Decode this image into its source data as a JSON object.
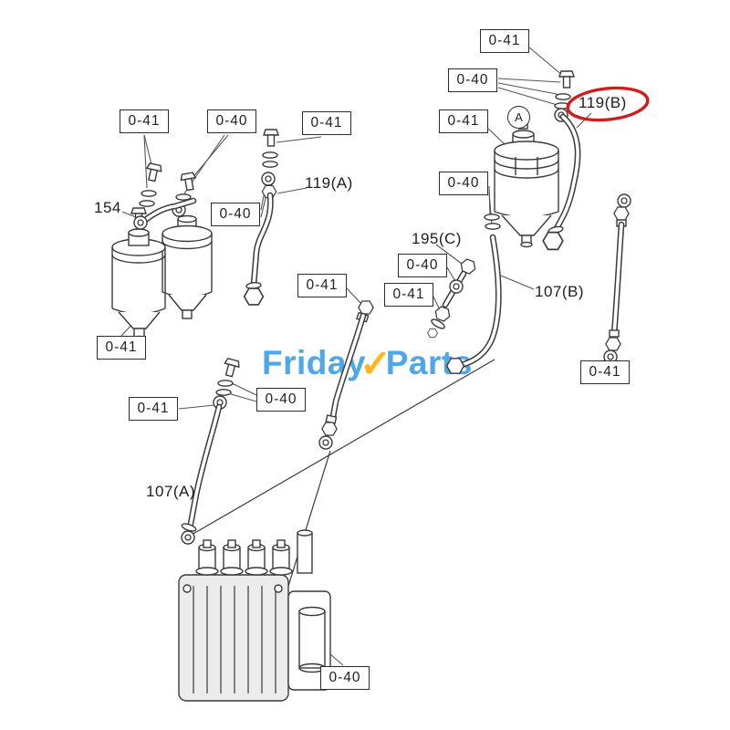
{
  "page": {
    "background": "#ffffff"
  },
  "watermark": {
    "word1": "Friday",
    "check": "✓",
    "word2": "Parts",
    "blue": "#4da7e8",
    "yellow": "#ffb71b"
  },
  "highlight": {
    "color": "#cf1d1d",
    "target_part": "119(B)"
  },
  "labels": {
    "boxed": [
      {
        "text": "0-41"
      },
      {
        "text": "0-40"
      },
      {
        "text": "0-41"
      },
      {
        "text": "0-40"
      },
      {
        "text": "0-41"
      },
      {
        "text": "0-41"
      },
      {
        "text": "0-40"
      },
      {
        "text": "0-41"
      },
      {
        "text": "0-40"
      },
      {
        "text": "0-41"
      },
      {
        "text": "0-41"
      },
      {
        "text": "0-40"
      },
      {
        "text": "0-40"
      },
      {
        "text": "0-41"
      },
      {
        "text": "0-41"
      },
      {
        "text": "0-40"
      }
    ],
    "parts": [
      {
        "text": "154"
      },
      {
        "text": "119(A)"
      },
      {
        "text": "119(B)"
      },
      {
        "text": "A"
      },
      {
        "text": "195(C)"
      },
      {
        "text": "107(B)"
      },
      {
        "text": "107(A)"
      }
    ]
  }
}
